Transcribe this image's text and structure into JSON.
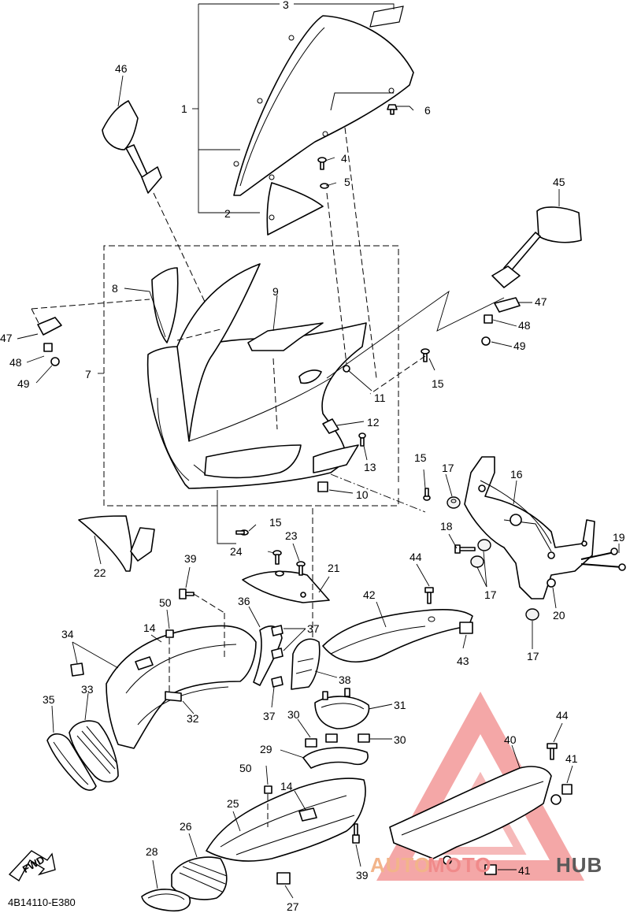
{
  "diagram_code": "4B14110-E380",
  "fwd_label": "FWD",
  "watermark": {
    "part1": "AUTO",
    "part2": "MOTO",
    "part3": "HUB",
    "color_primary": "#f08a8a",
    "color_secondary": "#f2b48a",
    "color_dark": "#5a5a5a"
  },
  "callouts": {
    "c1": "1",
    "c2": "2",
    "c3": "3",
    "c4": "4",
    "c5": "5",
    "c6": "6",
    "c7": "7",
    "c8": "8",
    "c9": "9",
    "c10": "10",
    "c11": "11",
    "c12": "12",
    "c13": "13",
    "c14a": "14",
    "c14b": "14",
    "c15a": "15",
    "c15b": "15",
    "c15c": "15",
    "c16": "16",
    "c17a": "17",
    "c17b": "17",
    "c17c": "17",
    "c18": "18",
    "c19": "19",
    "c20": "20",
    "c21": "21",
    "c22": "22",
    "c23": "23",
    "c24": "24",
    "c26": "26",
    "c27": "27",
    "c28": "28",
    "c29": "29",
    "c30a": "30",
    "c30b": "30",
    "c31": "31",
    "c32": "32",
    "c33": "33",
    "c34": "34",
    "c35": "35",
    "c36": "36",
    "c37a": "37",
    "c37b": "37",
    "c38": "38",
    "c39a": "39",
    "c39b": "39",
    "c40": "40",
    "c41a": "41",
    "c41b": "41",
    "c42": "42",
    "c43": "43",
    "c44a": "44",
    "c44b": "44",
    "c45": "45",
    "c46": "46",
    "c47a": "47",
    "c47b": "47",
    "c48a": "48",
    "c48b": "48",
    "c49a": "49",
    "c49b": "49",
    "c50a": "50",
    "c50b": "50",
    "c25": "25"
  }
}
